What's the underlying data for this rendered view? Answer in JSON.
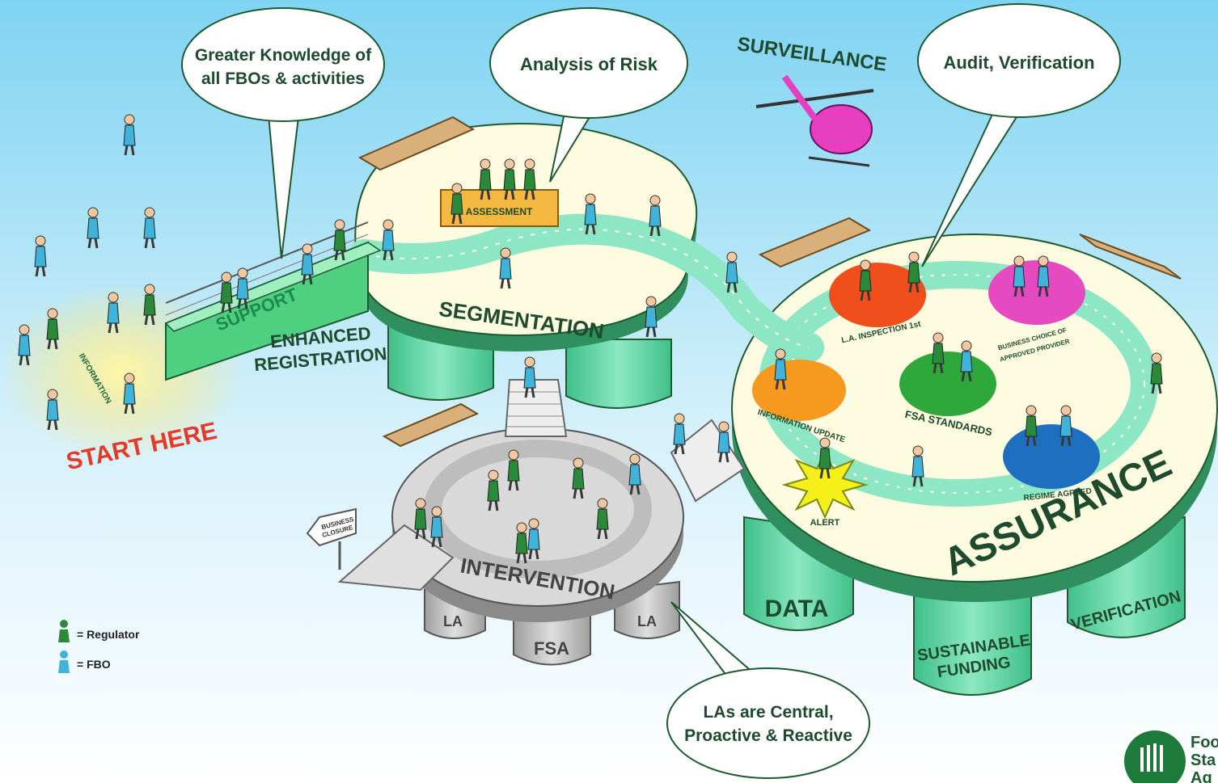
{
  "callouts": {
    "knowledge": {
      "line1": "Greater Knowledge of",
      "line2": "all FBOs & activities"
    },
    "risk": "Analysis of Risk",
    "audit": "Audit, Verification",
    "las": {
      "line1": "LAs are Central,",
      "line2": "Proactive & Reactive"
    }
  },
  "labels": {
    "surveillance": "SURVEILLANCE",
    "start": "START HERE",
    "information": "INFORMATION",
    "support": "SUPPORT",
    "enhanced": "ENHANCED",
    "registration": "REGISTRATION",
    "segmentation": "SEGMENTATION",
    "assessment": "ASSESSMENT",
    "assurance": "ASSURANCE",
    "intervention": "INTERVENTION",
    "business_closure_1": "BUSINESS",
    "business_closure_2": "CLOSURE",
    "alert": "ALERT",
    "info_update": "INFORMATION UPDATE",
    "la_inspection": "L.A. INSPECTION 1st",
    "fsa_standards": "FSA STANDARDS",
    "business_choice_1": "BUSINESS CHOICE OF",
    "business_choice_2": "APPROVED PROVIDER",
    "regime_agreed": "REGIME AGREED",
    "pillar_data": "DATA",
    "pillar_funding_1": "SUSTAINABLE",
    "pillar_funding_2": "FUNDING",
    "pillar_verification": "VERIFICATION",
    "pillar_la_left": "LA",
    "pillar_fsa": "FSA",
    "pillar_la_right": "LA"
  },
  "legend": {
    "regulator": "= Regulator",
    "fbo": "= FBO"
  },
  "logo": {
    "line1": "Foo",
    "line2": "Sta",
    "line3": "Ag"
  },
  "colors": {
    "sky_top": "#7fd3f2",
    "sky_bottom": "#ffffff",
    "platform": "#fdfbe0",
    "path_green": "#8de6c4",
    "pillar_green": "#5fcf9f",
    "regulator": "#2a8a3a",
    "fbo": "#3fb3d9",
    "dark_green": "#1e5a2e",
    "start_red": "#e53a2a"
  }
}
